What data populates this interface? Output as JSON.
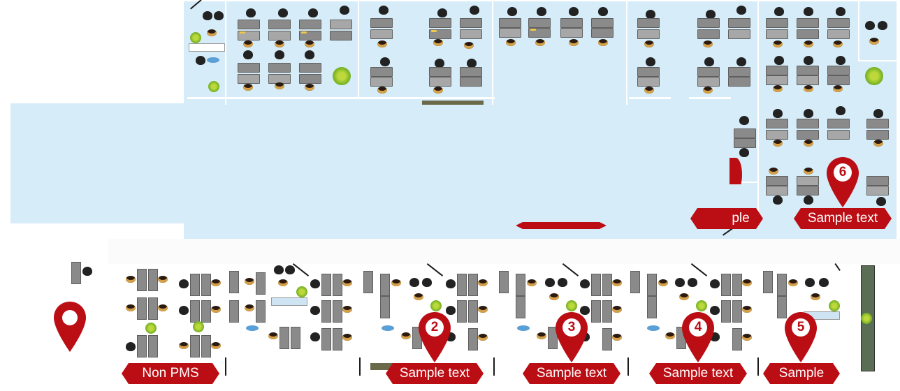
{
  "map_labels": {
    "pin_2": "2",
    "pin_3": "3",
    "pin_4": "4",
    "pin_5": "5",
    "pin_6": "6",
    "label_non_pms": "Non PMS",
    "label_zone_2": "Sample text",
    "label_zone_3": "Sample text",
    "label_zone_4": "Sample text",
    "label_zone_5": "Sample",
    "label_zone_6": "Sample text",
    "label_partial_upper": "ple"
  },
  "colors": {
    "highlight_fill": "#d6ecf8",
    "marker_red": "#bb0d14",
    "label_text": "#ffffff"
  },
  "icons": {
    "location_pin": "map-pin-icon",
    "workstation": "desk-icon",
    "plant": "plant-icon"
  }
}
